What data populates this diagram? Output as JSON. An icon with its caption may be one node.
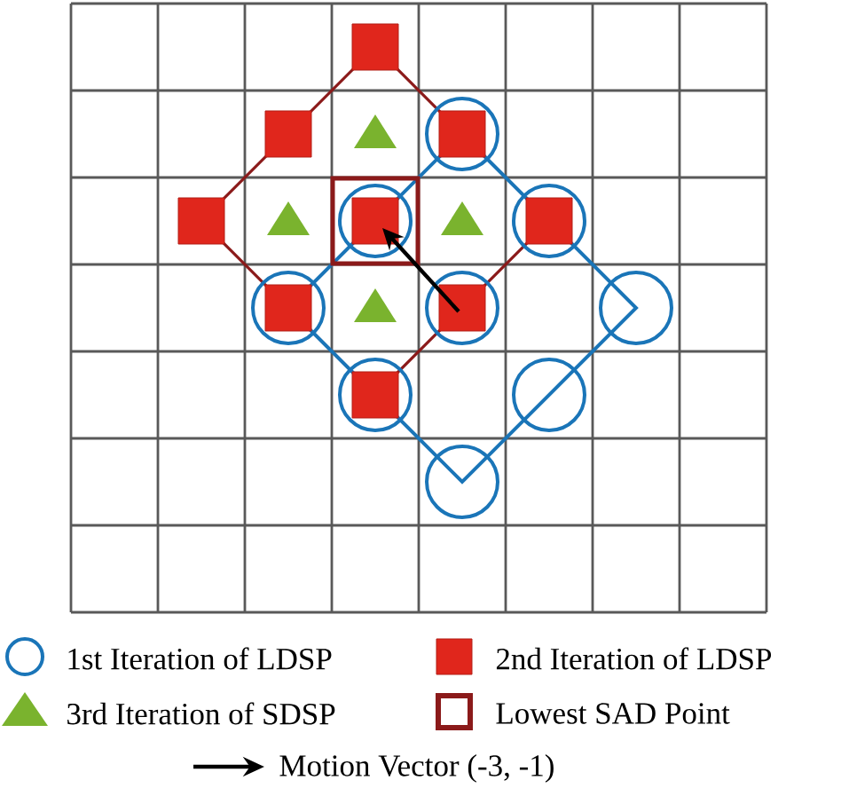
{
  "diagram": {
    "legend": [
      {
        "text": "1st Iteration of LDSP"
      },
      {
        "text": "2nd Iteration of LDSP",
        "color": "#e0261c"
      },
      {
        "text": "3rd Iteration of SDSP"
      },
      {
        "text": "Lowest SAD Point"
      },
      {
        "text": "Motion Vector (-3, -1)"
      }
    ]
  }
}
